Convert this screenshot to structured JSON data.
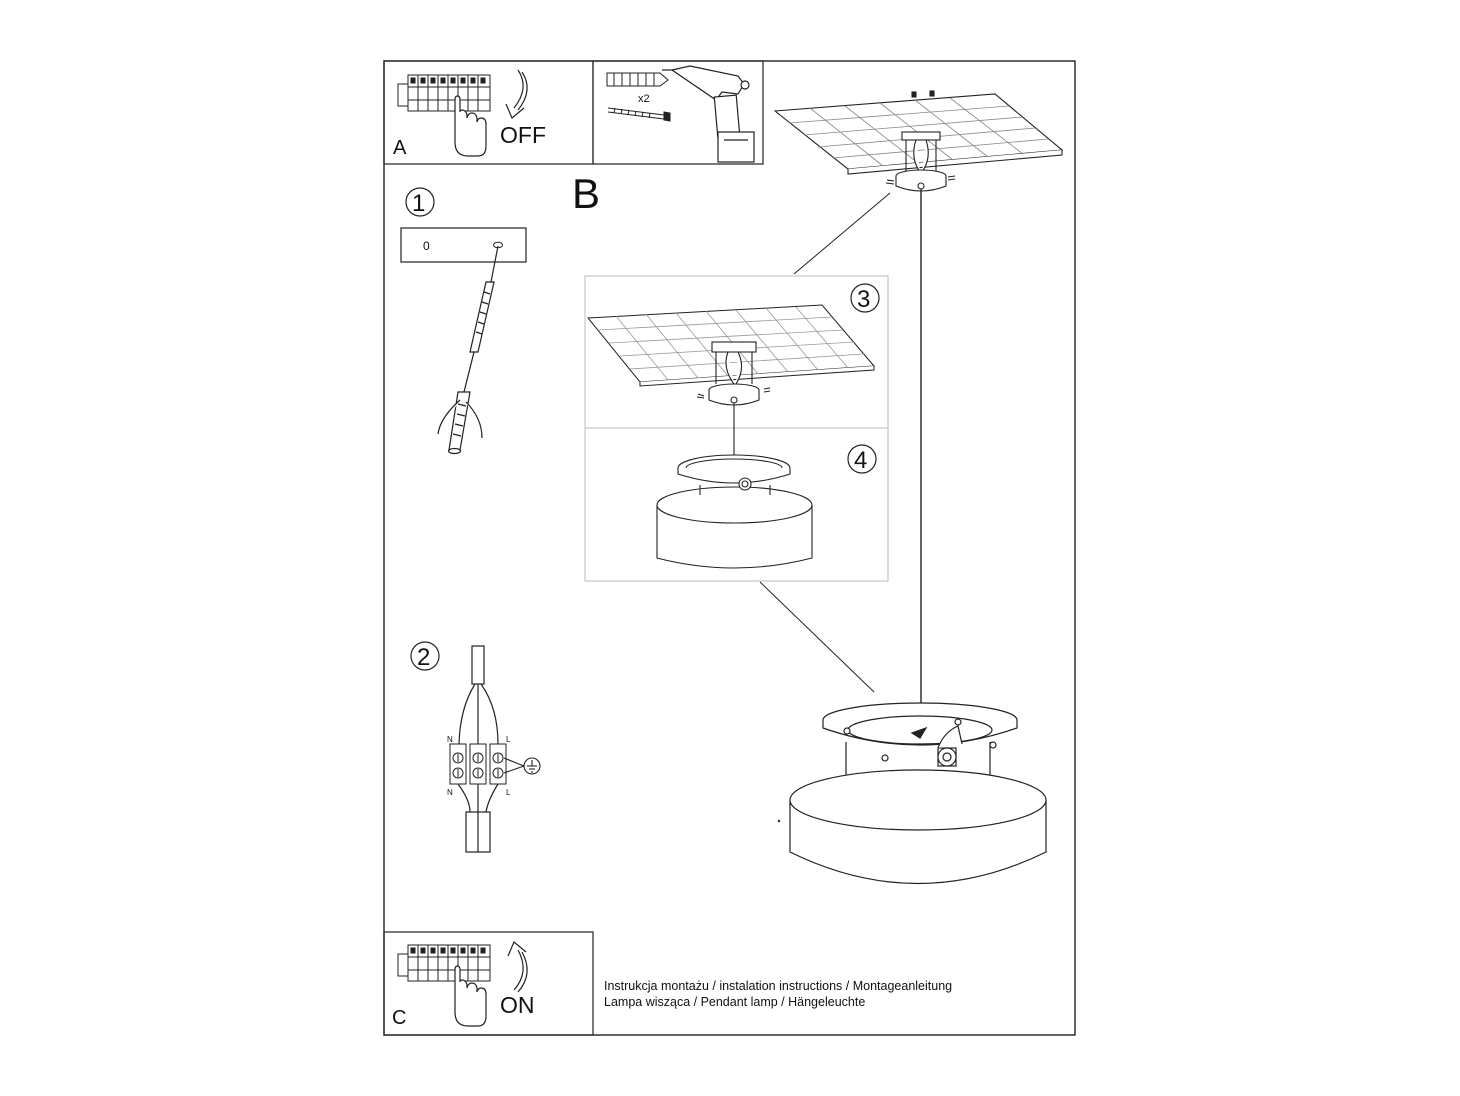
{
  "panels": {
    "a": {
      "letter": "A",
      "label": "OFF"
    },
    "drill": {
      "count": "x2"
    },
    "b": {
      "letter": "B"
    },
    "c": {
      "letter": "C",
      "label": "ON"
    }
  },
  "steps": {
    "s1": {
      "number": "1",
      "template_mark": "0"
    },
    "s2": {
      "number": "2",
      "terminal_n_top": "N",
      "terminal_l_top": "L",
      "terminal_n_bottom": "N",
      "terminal_l_bottom": "L"
    },
    "s3": {
      "number": "3"
    },
    "s4": {
      "number": "4"
    }
  },
  "caption": {
    "line1": "Instrukcja montażu / instalation instructions / Montageanleitung",
    "line2": "Lampa wisząca / Pendant lamp / Hängeleuchte"
  },
  "icons": {
    "breaker_off": "circuit-breaker-icon",
    "hand_off": "hand-switch-icon",
    "arrow_off": "curved-arrow-down-icon",
    "drill": "power-drill-icon",
    "wall_plug": "wall-plug-icon",
    "screw": "screw-icon",
    "ground": "ground-symbol-icon",
    "breaker_on": "circuit-breaker-icon",
    "arrow_on": "curved-arrow-up-icon"
  }
}
